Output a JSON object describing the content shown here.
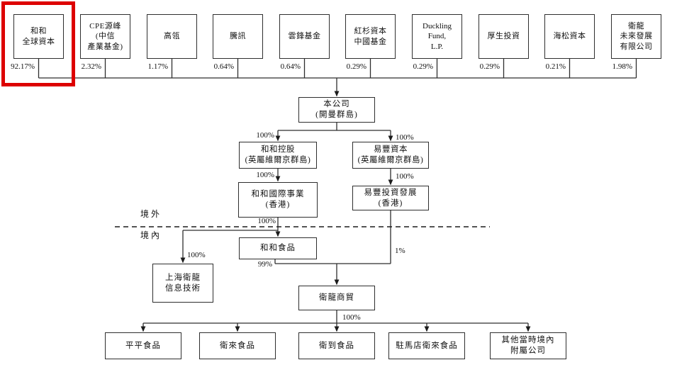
{
  "diagram": {
    "kind": "corporate-shareholding-structure",
    "highlight": {
      "color": "#dd0000",
      "target": "和和全球資本"
    },
    "regions": {
      "offshore_label": "境外",
      "onshore_label": "境內"
    },
    "shareholders": [
      {
        "label": "和和\n全球資本",
        "pct": "92.17%",
        "highlighted": true
      },
      {
        "label": "CPE源峰\n(中信\n產業基金)",
        "pct": "2.32%",
        "highlighted": false
      },
      {
        "label": "高瓴",
        "pct": "1.17%",
        "highlighted": false
      },
      {
        "label": "騰訊",
        "pct": "0.64%",
        "highlighted": false
      },
      {
        "label": "雲鋒基金",
        "pct": "0.64%",
        "highlighted": false
      },
      {
        "label": "紅杉資本\n中國基金",
        "pct": "0.29%",
        "highlighted": false
      },
      {
        "label": "Duckling\nFund,\nL.P.",
        "pct": "0.29%",
        "highlighted": false
      },
      {
        "label": "厚生投資",
        "pct": "0.29%",
        "highlighted": false
      },
      {
        "label": "海松資本",
        "pct": "0.21%",
        "highlighted": false
      },
      {
        "label": "衛龍\n未來發展\n有限公司",
        "pct": "1.98%",
        "highlighted": false
      }
    ],
    "nodes": {
      "company": {
        "label": "本公司\n(開曼群島)"
      },
      "hehe_holdings": {
        "label": "和和控股\n(英屬維爾京群島)"
      },
      "yifeng_capital": {
        "label": "易豐資本\n(英屬維爾京群島)"
      },
      "hehe_international": {
        "label": "和和國際事業\n(香港)"
      },
      "yifeng_investment": {
        "label": "易豐投資發展\n(香港)"
      },
      "hehe_food": {
        "label": "和和食品"
      },
      "shanghai_weilong_it": {
        "label": "上海衛龍\n信息技術"
      },
      "weilong_trading": {
        "label": "衛龍商貿"
      }
    },
    "edges": {
      "company_to_hehe_holdings": "100%",
      "company_to_yifeng_capital": "100%",
      "hehe_holdings_to_hehe_international": "100%",
      "yifeng_capital_to_yifeng_investment": "100%",
      "hehe_international_to_hehe_food": "100%",
      "hehe_food_to_shanghai_weilong_it": "100%",
      "hehe_food_to_weilong_trading": "99%",
      "yifeng_investment_to_weilong_trading": "1%",
      "weilong_trading_to_subsidiaries": "100%"
    },
    "subsidiaries": [
      {
        "label": "平平食品"
      },
      {
        "label": "衛來食品"
      },
      {
        "label": "衛到食品"
      },
      {
        "label": "駐馬店衛來食品"
      },
      {
        "label": "其他當時境內\n附屬公司"
      }
    ]
  }
}
